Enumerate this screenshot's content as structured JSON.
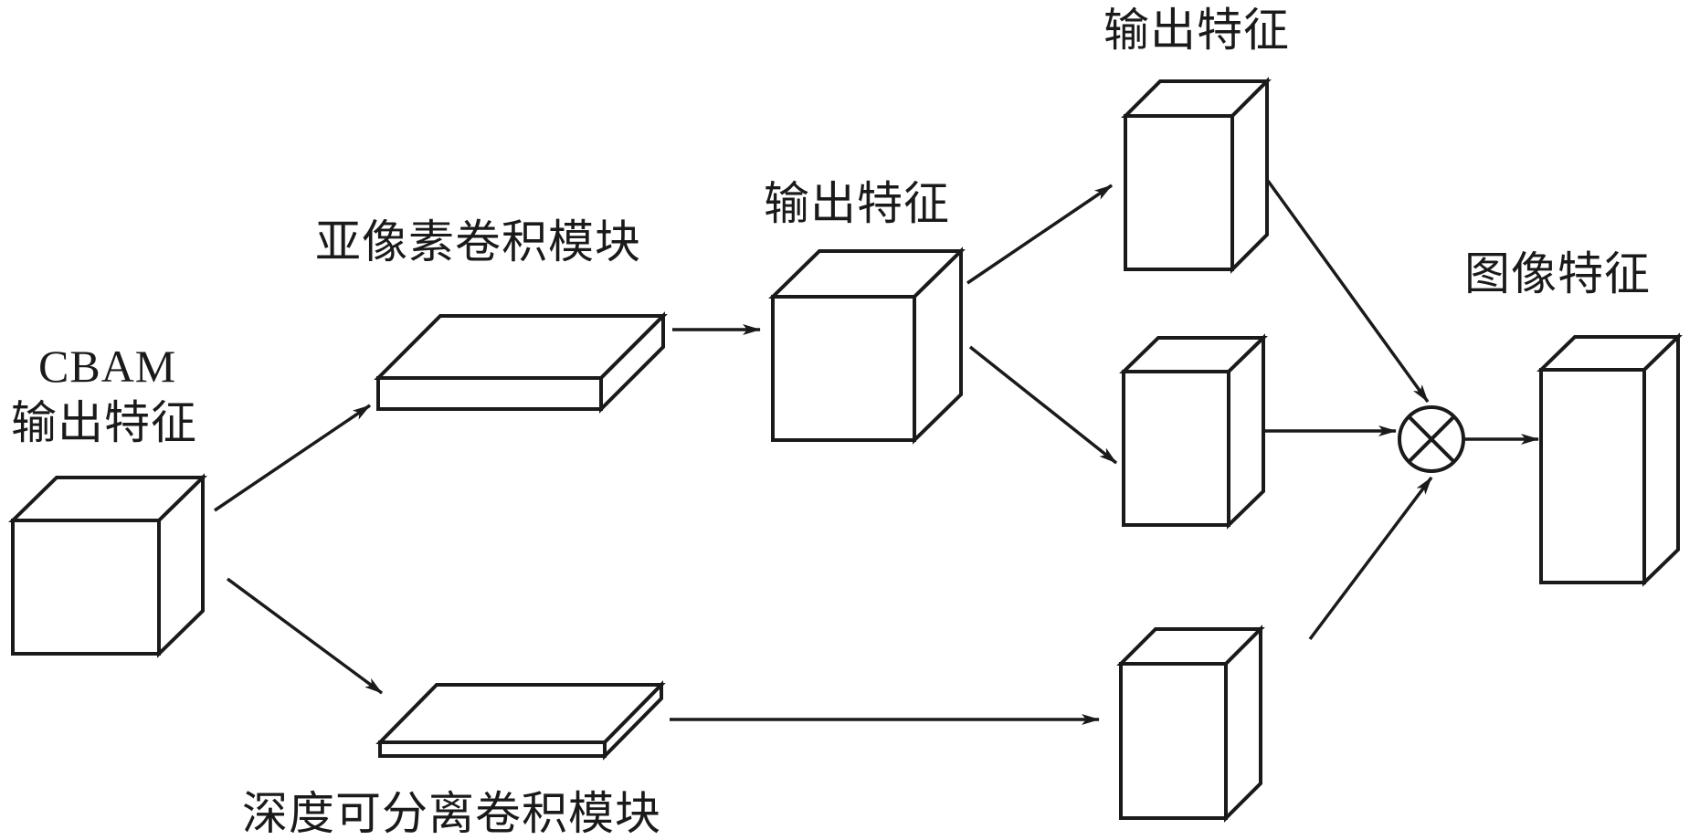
{
  "diagram": {
    "type": "feature-fusion-network",
    "colors": {
      "stroke": "#1a1a1a",
      "fill": "#ffffff",
      "background": "#ffffff"
    },
    "nodes": [
      {
        "id": "cbam",
        "kind": "cube",
        "label_lines": [
          "CBAM",
          "输出特征"
        ]
      },
      {
        "id": "subpixel",
        "kind": "slab",
        "label": "亚像素卷积模块"
      },
      {
        "id": "depthwise",
        "kind": "thin-slab",
        "label": "深度可分离卷积模块"
      },
      {
        "id": "mid_output",
        "kind": "cube",
        "label": "输出特征"
      },
      {
        "id": "top_output",
        "kind": "box",
        "label": "输出特征"
      },
      {
        "id": "mid_branch",
        "kind": "box",
        "label": ""
      },
      {
        "id": "bottom_branch",
        "kind": "box",
        "label": ""
      },
      {
        "id": "fusion",
        "kind": "operator",
        "symbol": "⊗",
        "meaning": "element-wise multiplication"
      },
      {
        "id": "image_feature",
        "kind": "tall-box",
        "label": "图像特征"
      }
    ],
    "edges": [
      {
        "from": "cbam",
        "to": "subpixel"
      },
      {
        "from": "cbam",
        "to": "depthwise"
      },
      {
        "from": "subpixel",
        "to": "mid_output"
      },
      {
        "from": "mid_output",
        "to": "top_output"
      },
      {
        "from": "mid_output",
        "to": "mid_branch"
      },
      {
        "from": "depthwise",
        "to": "bottom_branch"
      },
      {
        "from": "top_output",
        "to": "fusion"
      },
      {
        "from": "mid_branch",
        "to": "fusion"
      },
      {
        "from": "bottom_branch",
        "to": "fusion"
      },
      {
        "from": "fusion",
        "to": "image_feature"
      }
    ]
  },
  "labels": {
    "cbam_line1": "CBAM",
    "cbam_line2": "输出特征",
    "subpixel": "亚像素卷积模块",
    "depthwise": "深度可分离卷积模块",
    "mid_output": "输出特征",
    "top_output": "输出特征",
    "image_feature": "图像特征"
  }
}
